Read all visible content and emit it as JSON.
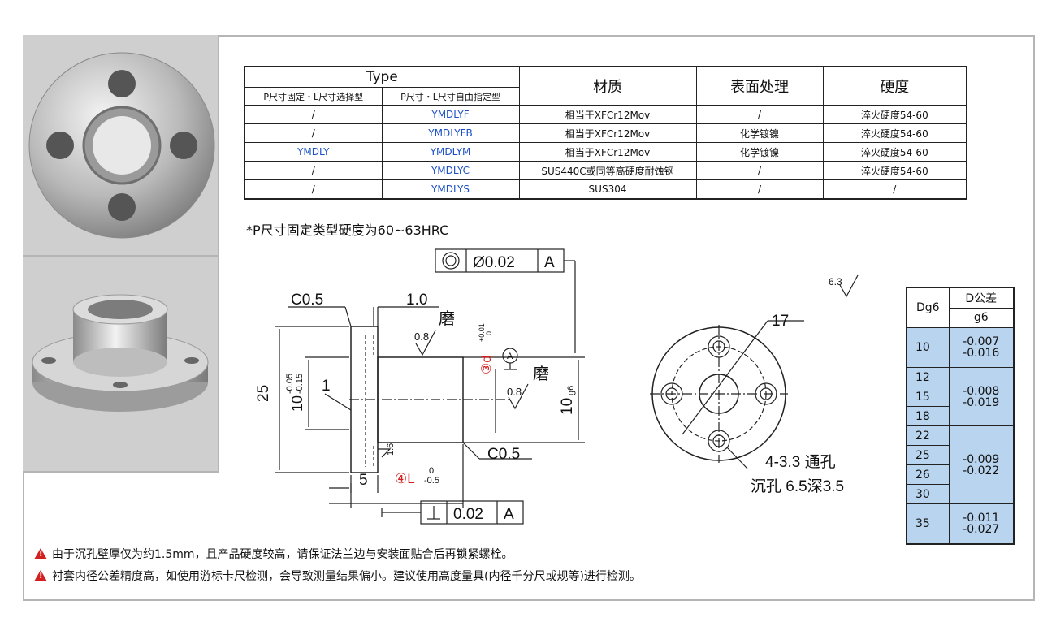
{
  "table": {
    "type_header": "Type",
    "col_p_fixed": "P尺寸固定・L尺寸选择型",
    "col_p_free": "P尺寸・L尺寸自由指定型",
    "col_material": "材质",
    "col_surface": "表面处理",
    "col_hardness": "硬度",
    "rows": [
      {
        "p_fixed": "/",
        "p_free": "YMDLYF",
        "material": "相当于XFCr12Mov",
        "surface": "/",
        "hardness": "淬火硬度54-60"
      },
      {
        "p_fixed": "/",
        "p_free": "YMDLYFB",
        "material": "相当于XFCr12Mov",
        "surface": "化学镀镍",
        "hardness": "淬火硬度54-60"
      },
      {
        "p_fixed": "YMDLY",
        "p_free": "YMDLYM",
        "material": "相当于XFCr12Mov",
        "surface": "化学镀镍",
        "hardness": "淬火硬度54-60"
      },
      {
        "p_fixed": "/",
        "p_free": "YMDLYC",
        "material": "SUS440C或同等高硬度耐蚀钢",
        "surface": "/",
        "hardness": "淬火硬度54-60"
      },
      {
        "p_fixed": "/",
        "p_free": "YMDLYS",
        "material": "SUS304",
        "surface": "/",
        "hardness": "/"
      }
    ]
  },
  "note": "*P尺寸固定类型硬度为60~63HRC",
  "warnings": [
    "由于沉孔壁厚仅为约1.5mm，且产品硬度较高，请保证法兰边与安装面贴合后再锁紧螺栓。",
    "衬套内径公差精度高，如使用游标卡尺检测，会导致测量结果偏小。建议使用高度量具(内径千分尺或规等)进行检测。"
  ],
  "drawing": {
    "gdt_top_value": "Ø0.02",
    "gdt_top_datum": "A",
    "gdt_bottom_value": "0.02",
    "gdt_bottom_datum": "A",
    "chamfer_top": "C0.5",
    "chamfer_bottom": "C0.5",
    "dim_1_0": "1.0",
    "grind_top": "磨",
    "grind_right": "磨",
    "rough_08_top": "0.8",
    "rough_08_right": "0.8",
    "rough_16": "1.6",
    "rough_63": "6.3",
    "dim_25": "25",
    "dim_10_tol": "10",
    "dim_10_tol_upper": "-0.05",
    "dim_10_tol_lower": "-0.15",
    "dim_1": "1",
    "dim_5": "5",
    "dim_d_label": "③d",
    "dim_d_tol_upper": "+0.01",
    "dim_d_tol_lower": "0",
    "datum_a": "A",
    "dim_l_label": "④L",
    "dim_l_tol_upper": "0",
    "dim_l_tol_lower": "-0.5",
    "dim_10g6": "10",
    "dim_10g6_sub": "g6",
    "dim_17": "17",
    "holes_1": "4-3.3 通孔",
    "holes_2": "沉孔 6.5深3.5"
  },
  "tolerance": {
    "col_dg6": "Dg6",
    "col_d_tol": "D公差",
    "col_g6": "g6",
    "groups": [
      {
        "sizes": [
          "10"
        ],
        "upper": "-0.007",
        "lower": "-0.016"
      },
      {
        "sizes": [
          "12",
          "15",
          "18"
        ],
        "upper": "-0.008",
        "lower": "-0.019"
      },
      {
        "sizes": [
          "22",
          "25",
          "26",
          "30"
        ],
        "upper": "-0.009",
        "lower": "-0.022"
      },
      {
        "sizes": [
          "35"
        ],
        "upper": "-0.011",
        "lower": "-0.027"
      }
    ]
  },
  "colors": {
    "accent_blue": "#1a4fc8",
    "red": "#d21f1f",
    "tol_fill": "#b9d4ee"
  }
}
